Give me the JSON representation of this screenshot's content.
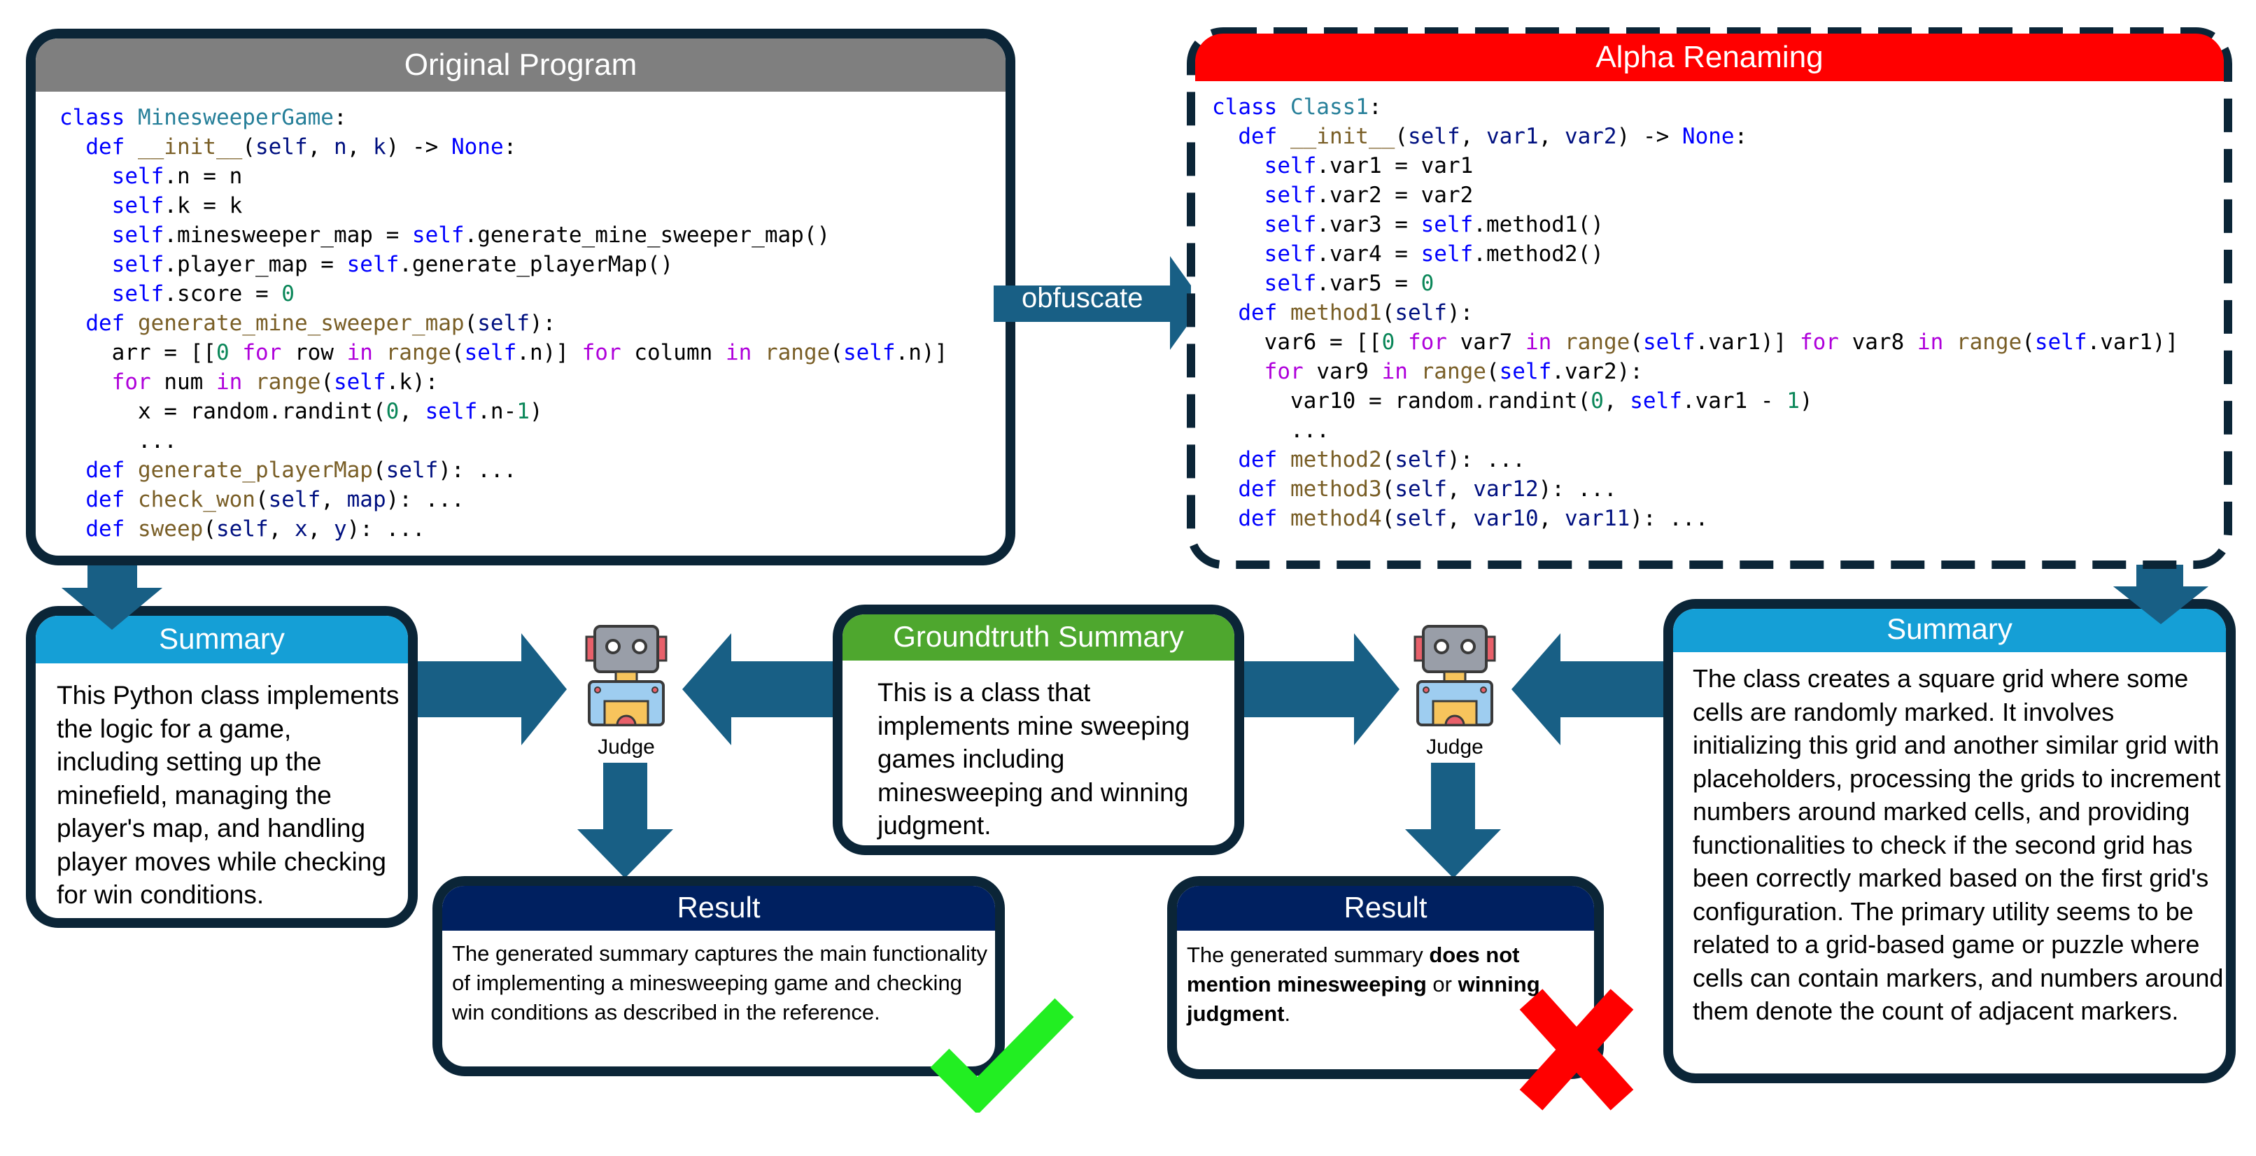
{
  "original_program": {
    "title": "Original Program",
    "header_color": "#7f7f7f",
    "code_lines": [
      [
        [
          "kw",
          "class "
        ],
        [
          "cls",
          "MinesweeperGame"
        ],
        [
          "",
          ""
        ],
        [
          "",
          ":"
        ]
      ],
      [
        [
          "",
          "  "
        ],
        [
          "kw",
          "def "
        ],
        [
          "fn",
          "__init__"
        ],
        [
          "",
          "("
        ],
        [
          "prm",
          "self"
        ],
        [
          "",
          ", "
        ],
        [
          "prm",
          "n"
        ],
        [
          "",
          ", "
        ],
        [
          "prm",
          "k"
        ],
        [
          "",
          ") -> "
        ],
        [
          "kw",
          "None"
        ],
        [
          "",
          ":"
        ]
      ],
      [
        [
          "",
          "    "
        ],
        [
          "self",
          "self"
        ],
        [
          "",
          ".n = n"
        ]
      ],
      [
        [
          "",
          "    "
        ],
        [
          "self",
          "self"
        ],
        [
          "",
          ".k = k"
        ]
      ],
      [
        [
          "",
          "    "
        ],
        [
          "self",
          "self"
        ],
        [
          "",
          ".minesweeper_map = "
        ],
        [
          "self",
          "self"
        ],
        [
          "",
          ".generate_mine_sweeper_map()"
        ]
      ],
      [
        [
          "",
          "    "
        ],
        [
          "self",
          "self"
        ],
        [
          "",
          ".player_map = "
        ],
        [
          "self",
          "self"
        ],
        [
          "",
          ".generate_playerMap()"
        ]
      ],
      [
        [
          "",
          "    "
        ],
        [
          "self",
          "self"
        ],
        [
          "",
          ".score = "
        ],
        [
          "num",
          "0"
        ]
      ],
      [
        [
          "",
          "  "
        ],
        [
          "kw",
          "def "
        ],
        [
          "fn",
          "generate_mine_sweeper_map"
        ],
        [
          "",
          "("
        ],
        [
          "prm",
          "self"
        ],
        [
          "",
          "):"
        ]
      ],
      [
        [
          "",
          "    arr = [["
        ],
        [
          "num",
          "0"
        ],
        [
          "",
          " "
        ],
        [
          "ctl",
          "for"
        ],
        [
          "",
          " row "
        ],
        [
          "ctl",
          "in"
        ],
        [
          "",
          " "
        ],
        [
          "fn",
          "range"
        ],
        [
          "",
          "("
        ],
        [
          "self",
          "self"
        ],
        [
          "",
          ".n)] "
        ],
        [
          "ctl",
          "for"
        ],
        [
          "",
          " column "
        ],
        [
          "ctl",
          "in"
        ],
        [
          "",
          " "
        ],
        [
          "fn",
          "range"
        ],
        [
          "",
          "("
        ],
        [
          "self",
          "self"
        ],
        [
          "",
          ".n)]"
        ]
      ],
      [
        [
          "",
          "    "
        ],
        [
          "ctl",
          "for"
        ],
        [
          "",
          " num "
        ],
        [
          "ctl",
          "in"
        ],
        [
          "",
          " "
        ],
        [
          "fn",
          "range"
        ],
        [
          "",
          "("
        ],
        [
          "self",
          "self"
        ],
        [
          "",
          ".k):"
        ]
      ],
      [
        [
          "",
          "      x = random.randint("
        ],
        [
          "num",
          "0"
        ],
        [
          "",
          ", "
        ],
        [
          "self",
          "self"
        ],
        [
          "",
          ".n-"
        ],
        [
          "num",
          "1"
        ],
        [
          "",
          ")"
        ]
      ],
      [
        [
          "",
          "      ..."
        ]
      ],
      [
        [
          "",
          "  "
        ],
        [
          "kw",
          "def "
        ],
        [
          "fn",
          "generate_playerMap"
        ],
        [
          "",
          "("
        ],
        [
          "prm",
          "self"
        ],
        [
          "",
          "): ..."
        ]
      ],
      [
        [
          "",
          "  "
        ],
        [
          "kw",
          "def "
        ],
        [
          "fn",
          "check_won"
        ],
        [
          "",
          "("
        ],
        [
          "prm",
          "self"
        ],
        [
          "",
          ", "
        ],
        [
          "prm",
          "map"
        ],
        [
          "",
          "): ..."
        ]
      ],
      [
        [
          "",
          "  "
        ],
        [
          "kw",
          "def "
        ],
        [
          "fn",
          "sweep"
        ],
        [
          "",
          "("
        ],
        [
          "prm",
          "self"
        ],
        [
          "",
          ", "
        ],
        [
          "prm",
          "x"
        ],
        [
          "",
          ", "
        ],
        [
          "prm",
          "y"
        ],
        [
          "",
          "): ..."
        ]
      ]
    ]
  },
  "obfuscate_arrow": {
    "label": "obfuscate"
  },
  "alpha_renaming": {
    "title": "Alpha Renaming",
    "header_color": "#ff0000",
    "code_lines": [
      [
        [
          "kw",
          "class "
        ],
        [
          "cls",
          "Class1"
        ],
        [
          "",
          ":"
        ]
      ],
      [
        [
          "",
          "  "
        ],
        [
          "kw",
          "def "
        ],
        [
          "fn",
          "__init__"
        ],
        [
          "",
          "("
        ],
        [
          "prm",
          "self"
        ],
        [
          "",
          ", "
        ],
        [
          "prm",
          "var1"
        ],
        [
          "",
          ", "
        ],
        [
          "prm",
          "var2"
        ],
        [
          "",
          ") -> "
        ],
        [
          "kw",
          "None"
        ],
        [
          "",
          ":"
        ]
      ],
      [
        [
          "",
          "    "
        ],
        [
          "self",
          "self"
        ],
        [
          "",
          ".var1 = var1"
        ]
      ],
      [
        [
          "",
          "    "
        ],
        [
          "self",
          "self"
        ],
        [
          "",
          ".var2 = var2"
        ]
      ],
      [
        [
          "",
          "    "
        ],
        [
          "self",
          "self"
        ],
        [
          "",
          ".var3 = "
        ],
        [
          "self",
          "self"
        ],
        [
          "",
          ".method1()"
        ]
      ],
      [
        [
          "",
          "    "
        ],
        [
          "self",
          "self"
        ],
        [
          "",
          ".var4 = "
        ],
        [
          "self",
          "self"
        ],
        [
          "",
          ".method2()"
        ]
      ],
      [
        [
          "",
          "    "
        ],
        [
          "self",
          "self"
        ],
        [
          "",
          ".var5 = "
        ],
        [
          "num",
          "0"
        ]
      ],
      [
        [
          "",
          "  "
        ],
        [
          "kw",
          "def "
        ],
        [
          "fn",
          "method1"
        ],
        [
          "",
          "("
        ],
        [
          "prm",
          "self"
        ],
        [
          "",
          "):"
        ]
      ],
      [
        [
          "",
          "    var6 = [["
        ],
        [
          "num",
          "0"
        ],
        [
          "",
          " "
        ],
        [
          "ctl",
          "for"
        ],
        [
          "",
          " var7 "
        ],
        [
          "ctl",
          "in"
        ],
        [
          "",
          " "
        ],
        [
          "fn",
          "range"
        ],
        [
          "",
          "("
        ],
        [
          "self",
          "self"
        ],
        [
          "",
          ".var1)] "
        ],
        [
          "ctl",
          "for"
        ],
        [
          "",
          " var8 "
        ],
        [
          "ctl",
          "in"
        ],
        [
          "",
          " "
        ],
        [
          "fn",
          "range"
        ],
        [
          "",
          "("
        ],
        [
          "self",
          "self"
        ],
        [
          "",
          ".var1)]"
        ]
      ],
      [
        [
          "",
          "    "
        ],
        [
          "ctl",
          "for"
        ],
        [
          "",
          " var9 "
        ],
        [
          "ctl",
          "in"
        ],
        [
          "",
          " "
        ],
        [
          "fn",
          "range"
        ],
        [
          "",
          "("
        ],
        [
          "self",
          "self"
        ],
        [
          "",
          ".var2):"
        ]
      ],
      [
        [
          "",
          "      var10 = random.randint("
        ],
        [
          "num",
          "0"
        ],
        [
          "",
          ", "
        ],
        [
          "self",
          "self"
        ],
        [
          "",
          ".var1 - "
        ],
        [
          "num",
          "1"
        ],
        [
          "",
          ")"
        ]
      ],
      [
        [
          "",
          "      ..."
        ]
      ],
      [
        [
          "",
          "  "
        ],
        [
          "kw",
          "def "
        ],
        [
          "fn",
          "method2"
        ],
        [
          "",
          "("
        ],
        [
          "prm",
          "self"
        ],
        [
          "",
          "): ..."
        ]
      ],
      [
        [
          "",
          "  "
        ],
        [
          "kw",
          "def "
        ],
        [
          "fn",
          "method3"
        ],
        [
          "",
          "("
        ],
        [
          "prm",
          "self"
        ],
        [
          "",
          ", "
        ],
        [
          "prm",
          "var12"
        ],
        [
          "",
          "): ..."
        ]
      ],
      [
        [
          "",
          "  "
        ],
        [
          "kw",
          "def "
        ],
        [
          "fn",
          "method4"
        ],
        [
          "",
          "("
        ],
        [
          "prm",
          "self"
        ],
        [
          "",
          ", "
        ],
        [
          "prm",
          "var10"
        ],
        [
          "",
          ", "
        ],
        [
          "prm",
          "var11"
        ],
        [
          "",
          "): ..."
        ]
      ]
    ]
  },
  "summary_left": {
    "title": "Summary",
    "header_color": "#159fd6",
    "text": "This Python class implements the logic for a game, including setting up the minefield, managing the player's map, and handling player moves while checking for win conditions."
  },
  "groundtruth": {
    "title": "Groundtruth Summary",
    "header_color": "#4ea72e",
    "text": "This is a class that implements mine sweeping games including minesweeping and winning judgment."
  },
  "summary_right": {
    "title": "Summary",
    "header_color": "#159fd6",
    "text": "The class creates a square grid where some cells are randomly marked. It involves initializing this grid and another similar grid with placeholders, processing the grids to increment numbers around marked cells, and providing functionalities to check if the second grid has been correctly marked based on the first grid's configuration. The primary utility seems to be related to a grid-based game or puzzle where cells can contain markers, and numbers around them denote the count of adjacent markers."
  },
  "judge_left": {
    "label": "Judge",
    "icon": "robot-icon"
  },
  "judge_right": {
    "label": "Judge",
    "icon": "robot-icon"
  },
  "result_left": {
    "title": "Result",
    "header_color": "#002060",
    "text": "The generated summary captures the main functionality of implementing a minesweeping game and checking win conditions as described in the reference.",
    "verdict_icon": "check-icon",
    "verdict_color": "#22ee22"
  },
  "result_right": {
    "title": "Result",
    "header_color": "#002060",
    "segments": [
      {
        "text": "The generated summary ",
        "bold": false
      },
      {
        "text": "does not mention minesweeping",
        "bold": true
      },
      {
        "text": " or ",
        "bold": false
      },
      {
        "text": "winning judgment",
        "bold": true
      },
      {
        "text": ".",
        "bold": false
      }
    ],
    "verdict_icon": "cross-icon",
    "verdict_color": "#ff0000"
  },
  "colors": {
    "arrow": "#185f85",
    "border": "#0b2537"
  }
}
